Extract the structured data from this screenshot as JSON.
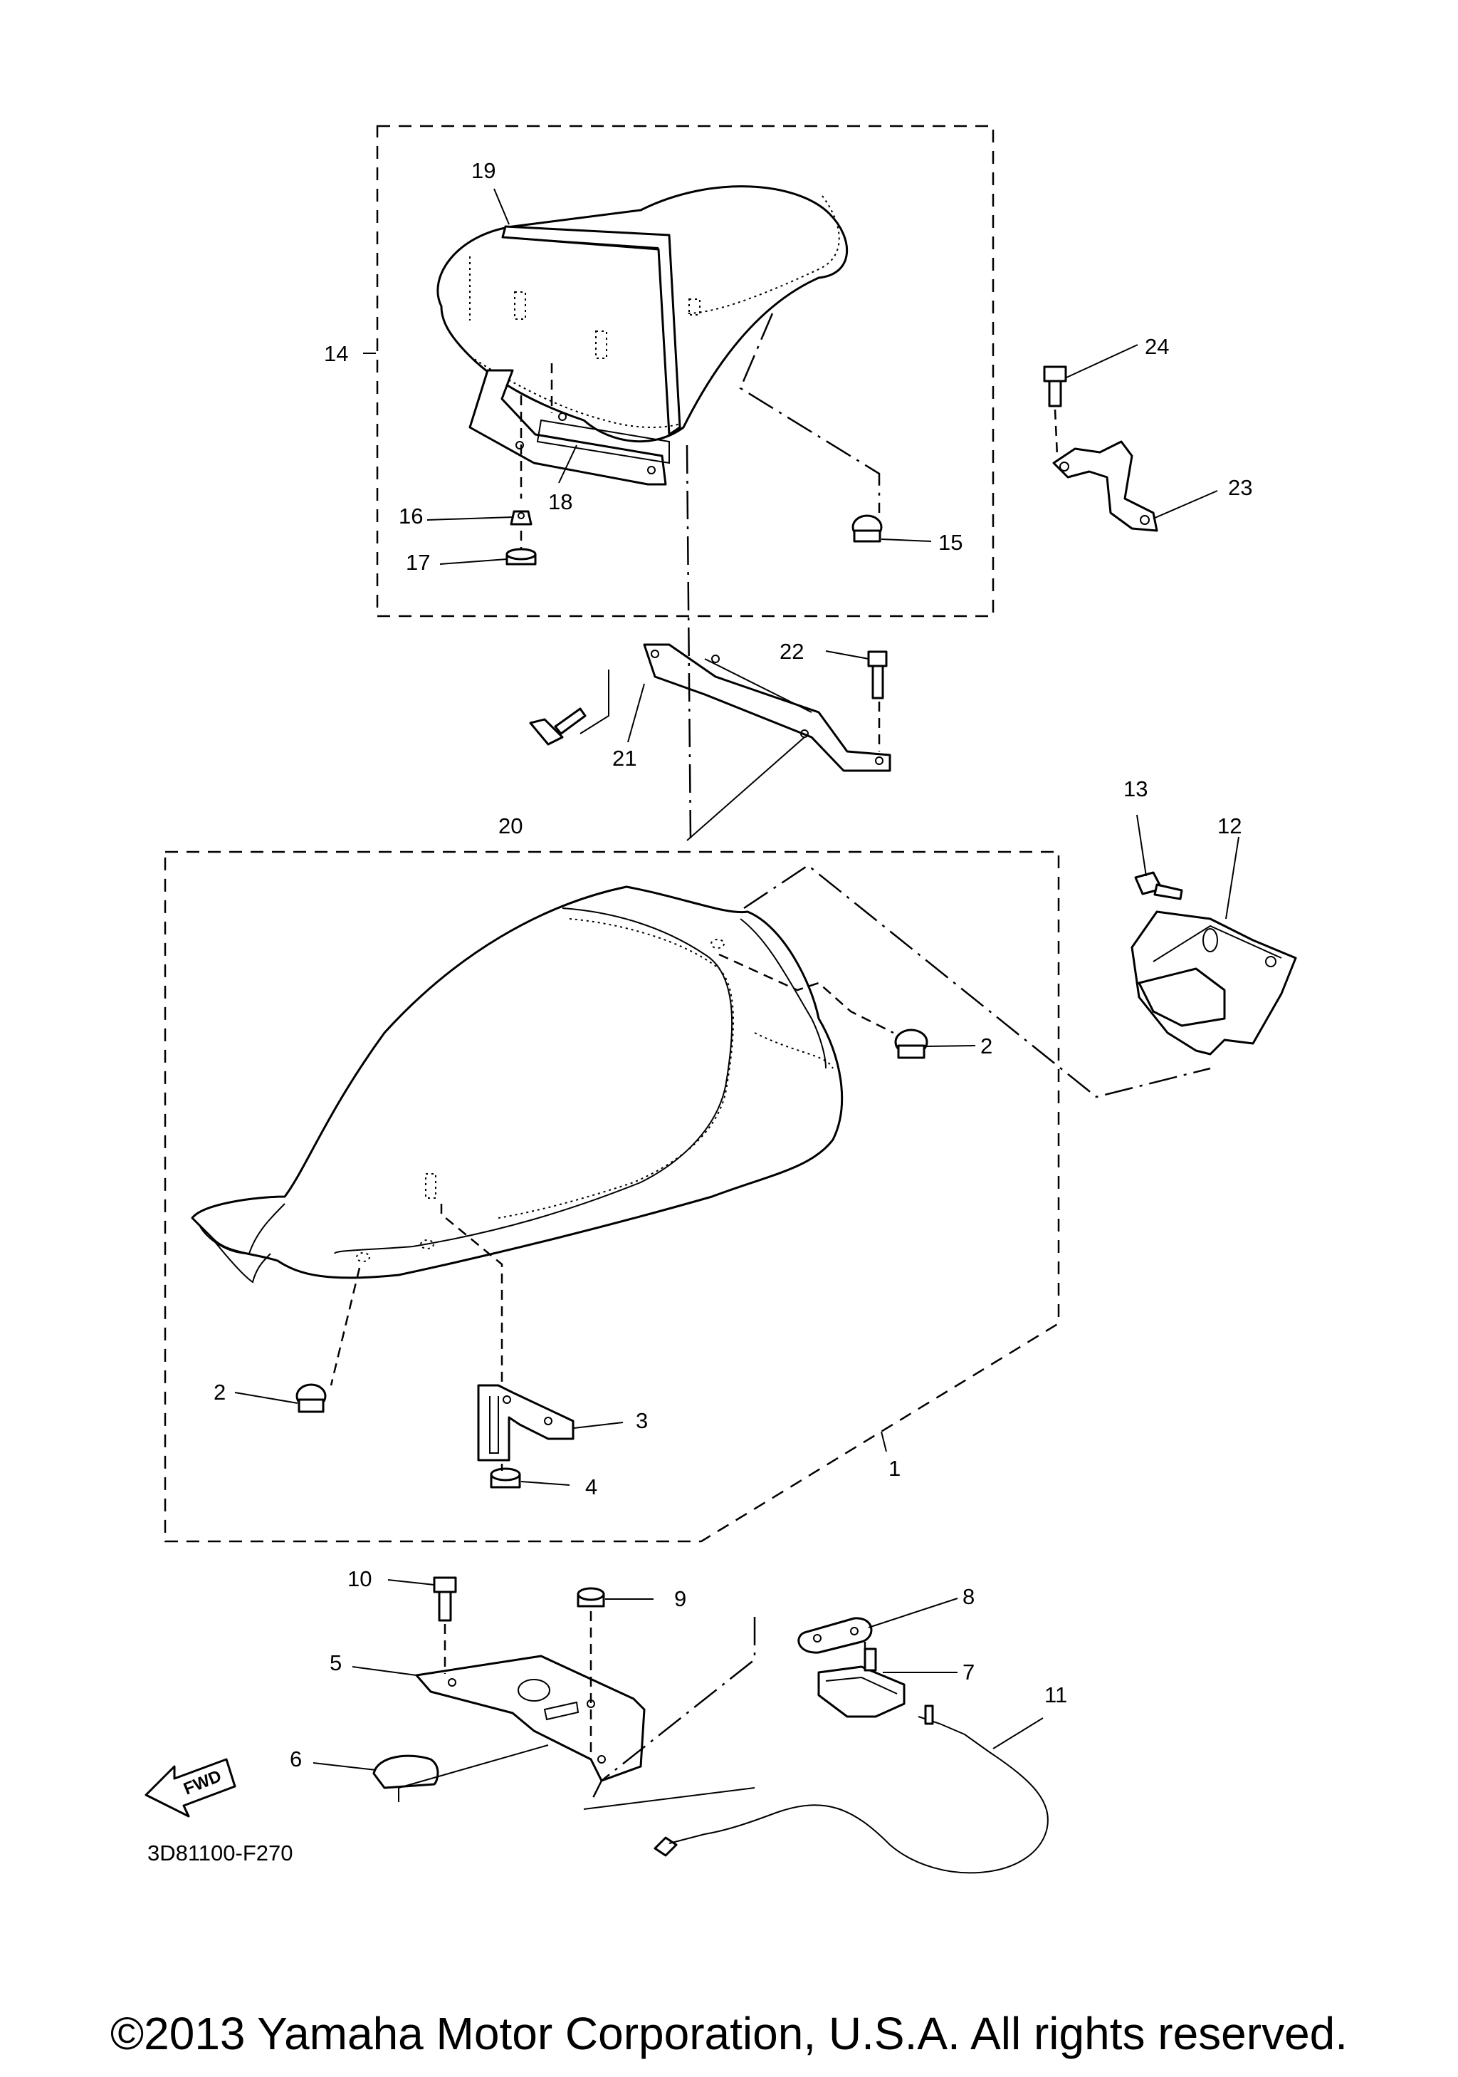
{
  "diagram": {
    "diagram_code": "3D81100-F270",
    "direction_label": "FWD",
    "copyright": "©2013 Yamaha Motor Corporation, U.S.A. All rights reserved.",
    "callouts": {
      "c1": "1",
      "c2a": "2",
      "c2b": "2",
      "c3": "3",
      "c4": "4",
      "c5": "5",
      "c6": "6",
      "c7": "7",
      "c8": "8",
      "c9": "9",
      "c10": "10",
      "c11": "11",
      "c12": "12",
      "c13": "13",
      "c14": "14",
      "c15": "15",
      "c16": "16",
      "c17": "17",
      "c18": "18",
      "c19": "19",
      "c20": "20",
      "c21": "21",
      "c22": "22",
      "c23": "23",
      "c24": "24"
    }
  }
}
